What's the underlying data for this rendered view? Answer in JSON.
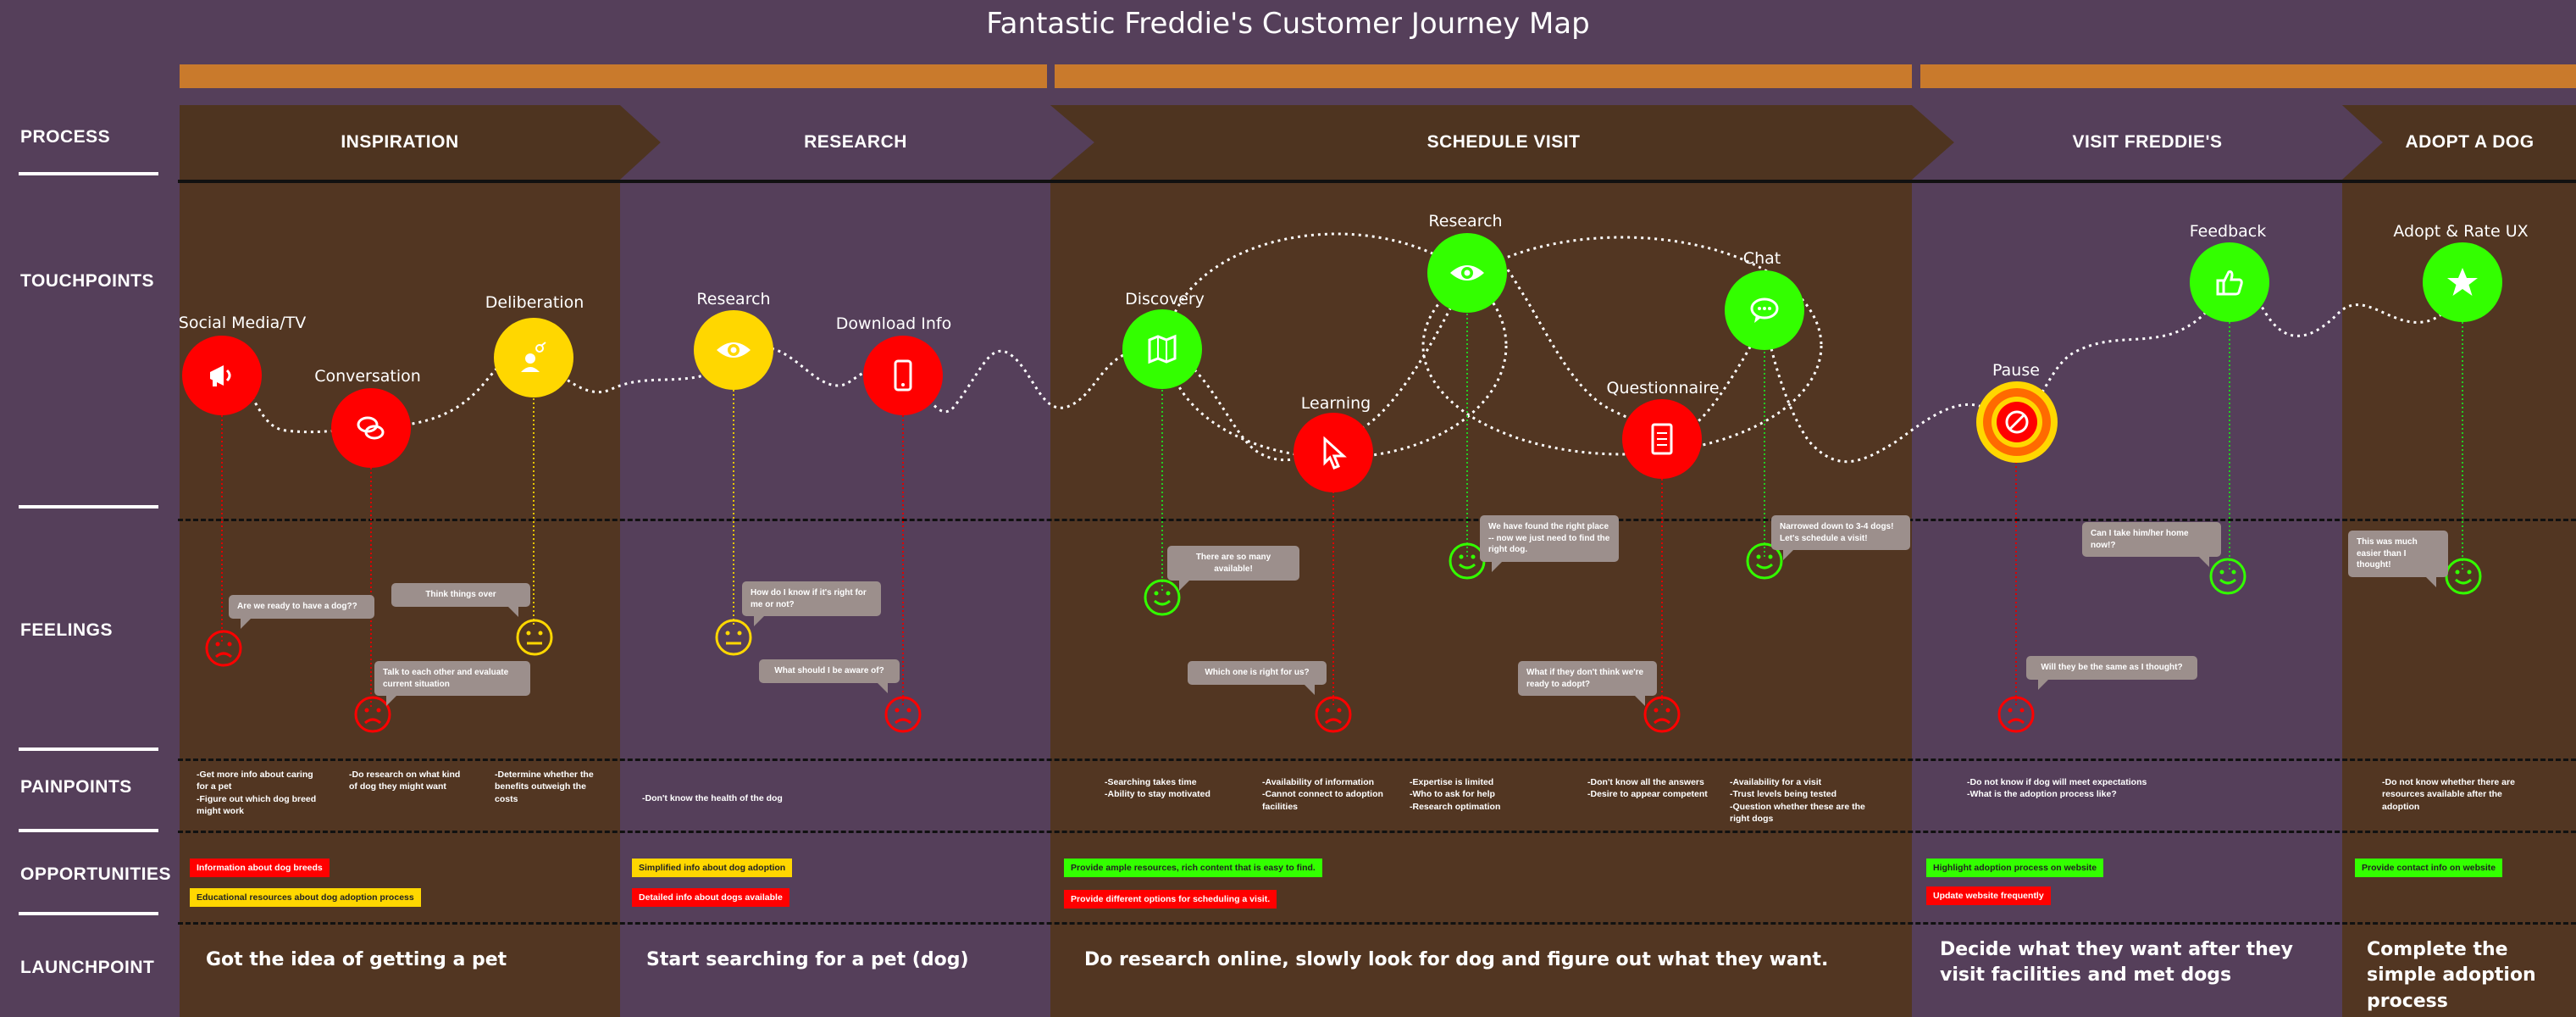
{
  "title": "Fantastic Freddie's Customer Journey Map",
  "row_labels": [
    "PROCESS",
    "TOUCHPOINTS",
    "FEELINGS",
    "PAINPOINTS",
    "OPPORTUNITIES",
    "LAUNCHPOINT"
  ],
  "stages": [
    "INSPIRATION",
    "RESEARCH",
    "SCHEDULE VISIT",
    "VISIT FREDDIE'S",
    "ADOPT A DOG"
  ],
  "touchpoints": [
    {
      "label": "Social Media/TV",
      "icon": "megaphone-icon",
      "color": "#ff0000"
    },
    {
      "label": "Conversation",
      "icon": "chat-bubbles-icon",
      "color": "#ff0000"
    },
    {
      "label": "Deliberation",
      "icon": "person-thinking-icon",
      "color": "#ffd700"
    },
    {
      "label": "Research",
      "icon": "eye-icon",
      "color": "#ffd700"
    },
    {
      "label": "Download Info",
      "icon": "phone-icon",
      "color": "#ff0000"
    },
    {
      "label": "Discovery",
      "icon": "map-icon",
      "color": "#33ff00"
    },
    {
      "label": "Learning",
      "icon": "cursor-icon",
      "color": "#ff0000"
    },
    {
      "label": "Research",
      "icon": "eye-icon",
      "color": "#33ff00"
    },
    {
      "label": "Questionnaire",
      "icon": "document-icon",
      "color": "#ff0000"
    },
    {
      "label": "Chat",
      "icon": "chat-bubble-icon",
      "color": "#33ff00"
    },
    {
      "label": "Pause",
      "icon": "no-sign-icon",
      "color": "#ff0000"
    },
    {
      "label": "Feedback",
      "icon": "thumbs-up-icon",
      "color": "#33ff00"
    },
    {
      "label": "Adopt & Rate UX",
      "icon": "star-icon",
      "color": "#33ff00"
    }
  ],
  "feelings": [
    {
      "text": "Are we ready to have a dog??",
      "mood": "sad"
    },
    {
      "text": "Talk to each other and evaluate current situation",
      "mood": "sad"
    },
    {
      "text": "Think things over",
      "mood": "neutral"
    },
    {
      "text": "How do I know if it's right for me or not?",
      "mood": "neutral"
    },
    {
      "text": "What should I be aware of?",
      "mood": "sad"
    },
    {
      "text": "There are so many available!",
      "mood": "happy"
    },
    {
      "text": "Which one is right for us?",
      "mood": "sad"
    },
    {
      "text": "We have found the right place -- now we just need to find the right dog.",
      "mood": "happy"
    },
    {
      "text": "What if they don't think we're ready to adopt?",
      "mood": "sad"
    },
    {
      "text": "Narrowed down to 3-4 dogs! Let's schedule a visit!",
      "mood": "happy"
    },
    {
      "text": "Will they be the same as I thought?",
      "mood": "sad"
    },
    {
      "text": "Can I take him/her home now!?",
      "mood": "happy"
    },
    {
      "text": "This was much easier than I thought!",
      "mood": "happy"
    }
  ],
  "painpoints": [
    "-Get more info about caring for a pet\n-Figure out which dog breed might work",
    "-Do research on what kind of dog they might want",
    "-Determine whether the benefits outweigh the costs",
    "-Don't know the health of the dog",
    "-Searching takes time\n-Ability to stay motivated",
    "-Availability of information\n-Cannot connect to adoption facilities",
    "-Expertise is limited\n-Who to ask for help\n-Research optimation",
    "-Don't know all the answers\n-Desire to appear competent",
    "-Availability for a visit\n-Trust levels being tested\n-Question whether these are the right dogs",
    "-Do not know if dog will meet expectations\n-What is the adoption process like?",
    "-Do not know whether there are resources available after the adoption"
  ],
  "opportunities": [
    {
      "text": "Information about dog breeds",
      "color": "red"
    },
    {
      "text": "Educational resources about dog adoption process",
      "color": "yellow"
    },
    {
      "text": "Simplified info about dog adoption",
      "color": "yellow"
    },
    {
      "text": "Detailed info about dogs available",
      "color": "red"
    },
    {
      "text": "Provide ample resources, rich content that is easy to find.",
      "color": "green"
    },
    {
      "text": "Provide different options for scheduling a visit.",
      "color": "red"
    },
    {
      "text": "Highlight adoption process on website",
      "color": "green"
    },
    {
      "text": "Update website frequently",
      "color": "red"
    },
    {
      "text": "Provide contact info on website",
      "color": "green"
    }
  ],
  "launchpoints": [
    "Got the idea of getting a pet",
    "Start searching for a pet (dog)",
    "Do research online, slowly look for dog and figure out what they want.",
    "Decide what they want after they visit facilities and met dogs",
    "Complete the simple adoption process"
  ]
}
